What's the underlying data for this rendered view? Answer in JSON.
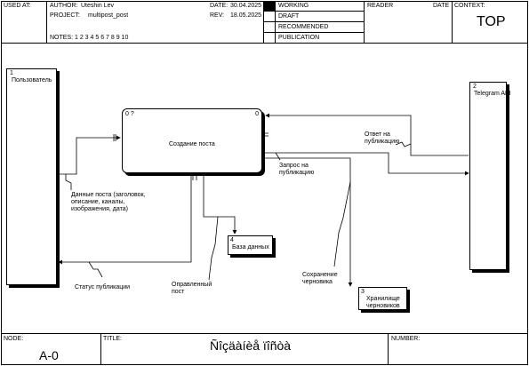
{
  "header": {
    "used_at": "USED AT:",
    "author_label": "AUTHOR:",
    "author": "Uteshin Lev",
    "project_label": "PROJECT:",
    "project": "multipost_post",
    "date_label": "DATE:",
    "date": "30.04.2025",
    "rev_label": "REV:",
    "rev": "18.05.2025",
    "notes": "NOTES:  1  2  3  4  5  6  7  8  9  10",
    "status": [
      "WORKING",
      "DRAFT",
      "RECOMMENDED",
      "PUBLICATION"
    ],
    "reader_label": "READER",
    "date2_label": "DATE",
    "context_label": "CONTEXT:",
    "context_value": "TOP"
  },
  "diagram": {
    "user": {
      "num": "1",
      "label": "Пользователь"
    },
    "telegram": {
      "num": "2",
      "label": "Telegram API"
    },
    "activity": {
      "num": "0 ?",
      "num_right": "0",
      "label": "Создание поста"
    },
    "db": {
      "num": "4",
      "label": "База данных"
    },
    "storage": {
      "num": "3",
      "label": "Хранилище\nчерновиков"
    },
    "arrows": {
      "post_data": "Данные поста (заголовок,\nописание, каналы,\nизображения, дата)",
      "status": "Статус публикации",
      "sent_post": "Оправленный\nпост",
      "save_draft": "Сохранение\nчерновика",
      "reply": "Ответ на\nпубликацию",
      "publish_req": "Запрос на\nпубликацию"
    }
  },
  "footer": {
    "node_label": "NODE:",
    "node_value": "A-0",
    "title_label": "TITLE:",
    "title_value": "Ñîçäàíèå ïîñòà",
    "number_label": "NUMBER:"
  }
}
